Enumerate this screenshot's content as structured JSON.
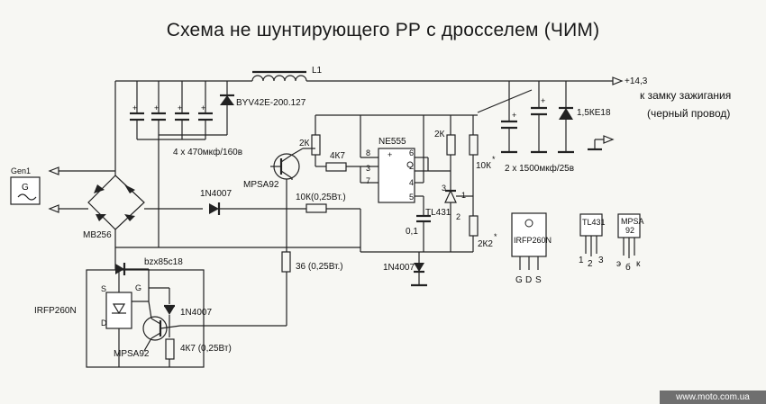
{
  "title": "Схема не шунтирующего РР с дросселем (ЧИМ)",
  "labels": {
    "l1": "L1",
    "v_out": "+14,3",
    "ignition_1": "к замку зажигания",
    "ignition_2": "(черный провод)",
    "byv": "BYV42E-200.127",
    "caps4": "4 х 470мкф/160в",
    "caps2": "2 х 1500мкф/25в",
    "tvs": "1,5КЕ18",
    "ne555": "NE555",
    "r2k_left": "2К",
    "r2k_right": "2К",
    "r4k7": "4К7",
    "r10k_star": "10К",
    "r2k2_star": "2К2",
    "star": "*",
    "mpsa92_top": "MPSA92",
    "gen1": "Gen1",
    "gen_g": "G",
    "d1n4007_mid": "1N4007",
    "r10k_025": "10К(0,25Вт.)",
    "c01": "0,1",
    "tl431": "TL431",
    "mb256": "MB256",
    "bzx": "bzx85c18",
    "r36": "36  (0,25Вт.)",
    "d1n4007_bot": "1N4007",
    "irfp": "IRFP260N",
    "mpsa92_bot": "MPSA92",
    "d1n4007_gate": "1N4007",
    "r4k7_bot": "4К7 (0,25Вт)",
    "pin_s": "S",
    "pin_g": "G",
    "pin_d": "D",
    "p8": "8",
    "p6": "6",
    "p3": "3",
    "p2": "2",
    "p7": "7",
    "p4": "4",
    "p5": "5",
    "p1": "1",
    "plus": "+",
    "tl_1": "1",
    "tl_2": "2",
    "tl_3": "3",
    "pk_irfp": "IRFP260N",
    "pk_g": "G",
    "pk_d": "D",
    "pk_s": "S",
    "pk_tl431": "TL431",
    "pk_tl_1": "1",
    "pk_tl_2": "2",
    "pk_tl_3": "3",
    "pk_mpsa_1": "MPSA",
    "pk_mpsa_2": "92",
    "pk_e": "э",
    "pk_b": "б",
    "pk_k": "к",
    "watermark": "www.moto.com.ua"
  }
}
